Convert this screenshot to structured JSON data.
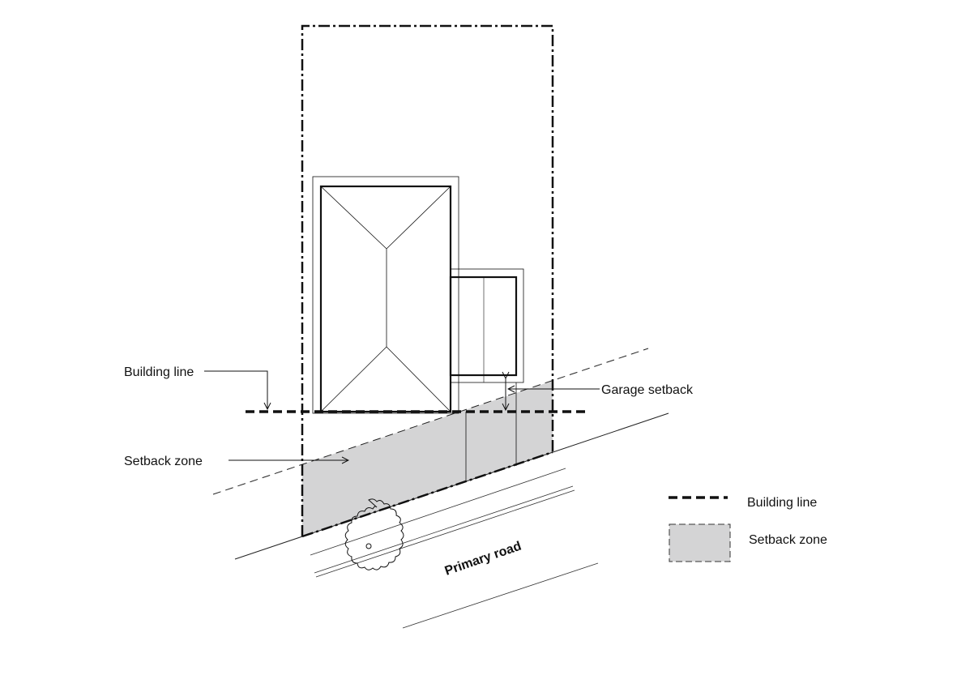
{
  "labels": {
    "building_line": "Building line",
    "setback_zone": "Setback zone",
    "garage_setback": "Garage setback",
    "primary_road": "Primary road"
  },
  "legend": [
    {
      "label": "Building line",
      "style": "thick-dashed-line"
    },
    {
      "label": "Setback zone",
      "style": "shaded-box"
    }
  ],
  "colors": {
    "setback_fill": "#d4d4d5",
    "line": "#111111"
  }
}
